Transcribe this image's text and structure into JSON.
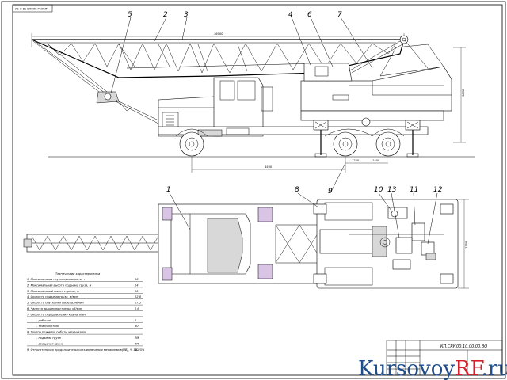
{
  "stamp_label": "ЛЕ-Н-ВЕ ВПОЛЕ РЕЖИМ",
  "callouts": [
    "1",
    "2",
    "3",
    "4",
    "5",
    "6",
    "7",
    "8",
    "9",
    "10",
    "11",
    "12",
    "13"
  ],
  "specs_title": "Технический характеристика",
  "specs": [
    {
      "label": "1. Максимальная грузоподъемность, т",
      "value": "16"
    },
    {
      "label": "2. Максимальная высота подъема груза, м",
      "value": "14"
    },
    {
      "label": "3. Максимальный вылет стрелы, м",
      "value": "10"
    },
    {
      "label": "4. Скорость подъема груза, м/мин",
      "value": "12,8"
    },
    {
      "label": "5. Скорость опускания вылета, м/мин",
      "value": "17,5"
    },
    {
      "label": "6. Частота вращения стрелы, об/мин",
      "value": "1,6"
    },
    {
      "label": "7. Скорость передвижения крана, км/ч",
      "value": ""
    },
    {
      "label": "- рабочая",
      "value": "5"
    },
    {
      "label": "- транспортная",
      "value": "60"
    },
    {
      "label": "8. Группа режимов работы механизмов",
      "value": ""
    },
    {
      "label": "- подъема груза",
      "value": "2М"
    },
    {
      "label": "- вращения крана",
      "value": "3М"
    },
    {
      "label": "9. Относительная продолжительность включения механизмов(ПВ), % 15-25%",
      "value": "40"
    }
  ],
  "title_block_code": "КП.СРУ.00.10.00.00.ВО",
  "watermark": {
    "prefix": "Kursovoy",
    "accent": "RF",
    "suffix": ".ru"
  },
  "dimensions": {
    "boom_length": "16000",
    "overall_height": "3850",
    "wheelbase_front": "4500",
    "axle_spacing_a": "1250",
    "axle_spacing_b": "1400",
    "plan_width": "2750"
  }
}
